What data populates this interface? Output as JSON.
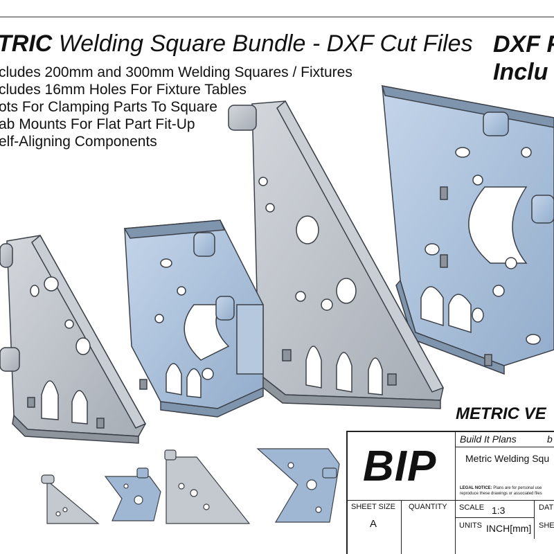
{
  "header": {
    "title_bold": "TRIC",
    "title_rest": " Welding Square Bundle - DXF Cut Files",
    "side_title_line1": "DXF F",
    "side_title_line2": "Inclu"
  },
  "bullets": [
    "cludes 200mm and 300mm Welding Squares / Fixtures",
    "cludes 16mm Holes For Fixture Tables",
    "ots For Clamping Parts To Square",
    "ab Mounts For Flat Part Fit-Up",
    "elf-Aligning Components"
  ],
  "badge": "METRIC VE",
  "title_block": {
    "logo": "BIP",
    "company": "Build It Plans",
    "company_suffix": "b",
    "drawing_title": "Metric Welding Squ",
    "legal_label": "LEGAL NOTICE:",
    "legal_text": "Plans are for personal use",
    "legal_text2": "reproduce these drawings or associated files",
    "sheet_size_label": "SHEET SIZE",
    "sheet_size_value": "A",
    "quantity_label": "QUANTITY",
    "scale_label": "SCALE",
    "scale_value": "1:3",
    "date_label": "DAT",
    "units_label": "UNITS",
    "units_value": "INCH[mm]",
    "sheet_label": "SHE"
  },
  "colors": {
    "steel_blue": "#a9c0da",
    "steel_gray": "#b9bec6",
    "edge": "#3b4048"
  }
}
